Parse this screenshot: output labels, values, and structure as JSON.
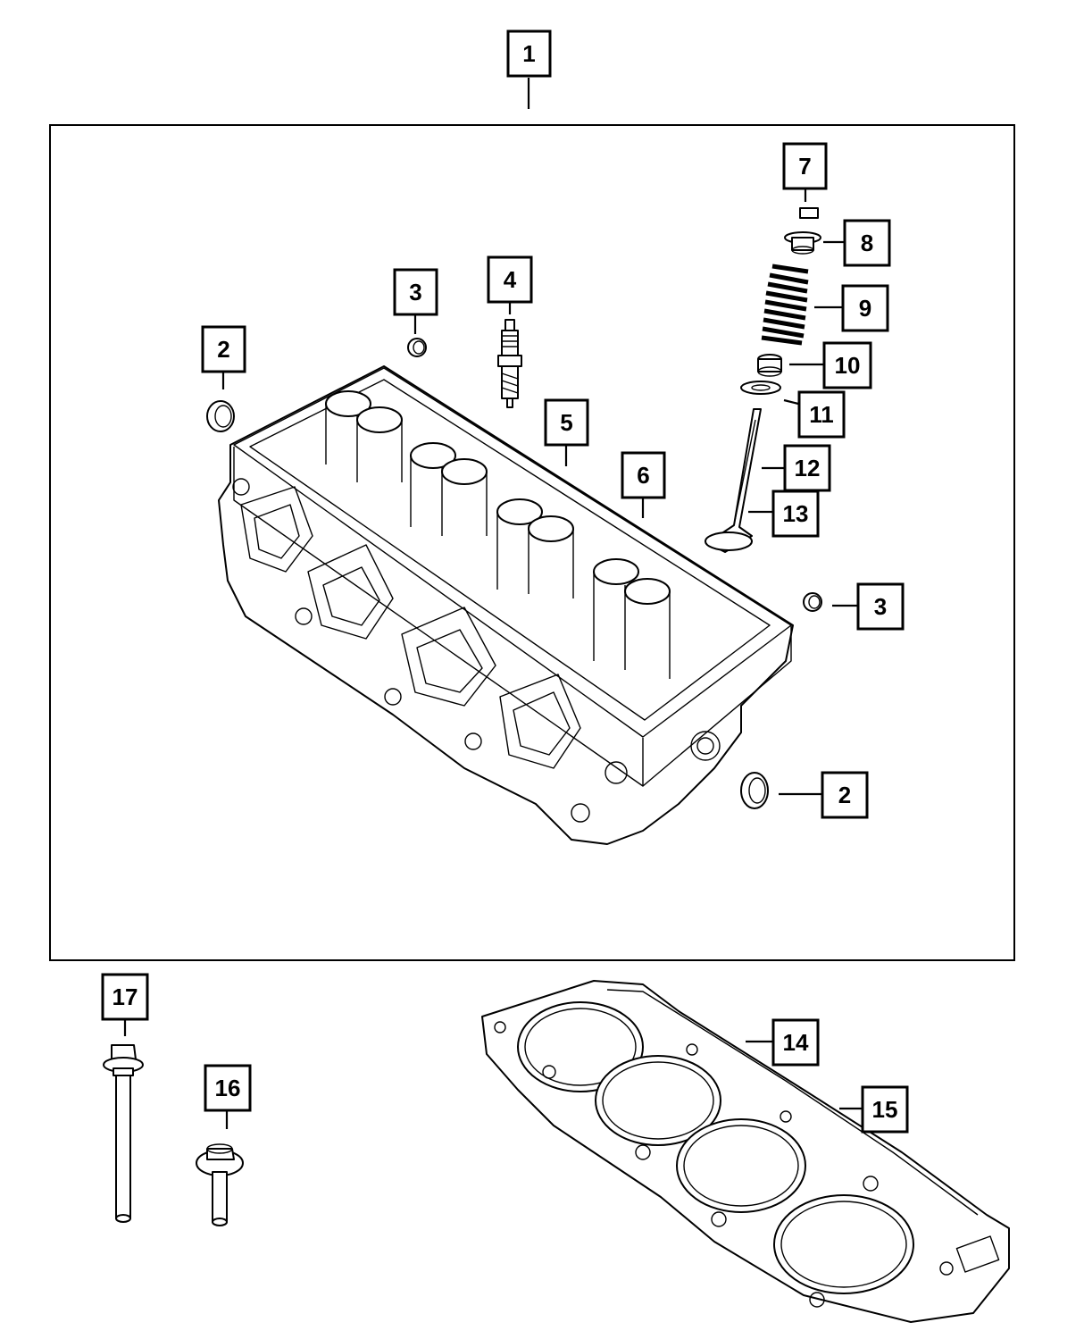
{
  "diagram": {
    "callouts": [
      {
        "id": "c1",
        "label": "1"
      },
      {
        "id": "c2a",
        "label": "2"
      },
      {
        "id": "c3a",
        "label": "3"
      },
      {
        "id": "c4",
        "label": "4"
      },
      {
        "id": "c5",
        "label": "5"
      },
      {
        "id": "c6",
        "label": "6"
      },
      {
        "id": "c7",
        "label": "7"
      },
      {
        "id": "c8",
        "label": "8"
      },
      {
        "id": "c9",
        "label": "9"
      },
      {
        "id": "c10",
        "label": "10"
      },
      {
        "id": "c11",
        "label": "11"
      },
      {
        "id": "c12",
        "label": "12"
      },
      {
        "id": "c13",
        "label": "13"
      },
      {
        "id": "c3b",
        "label": "3"
      },
      {
        "id": "c2b",
        "label": "2"
      },
      {
        "id": "c17",
        "label": "17"
      },
      {
        "id": "c16",
        "label": "16"
      },
      {
        "id": "c14",
        "label": "14"
      },
      {
        "id": "c15",
        "label": "15"
      }
    ],
    "colors": {
      "line": "#000000",
      "background": "#ffffff"
    }
  }
}
